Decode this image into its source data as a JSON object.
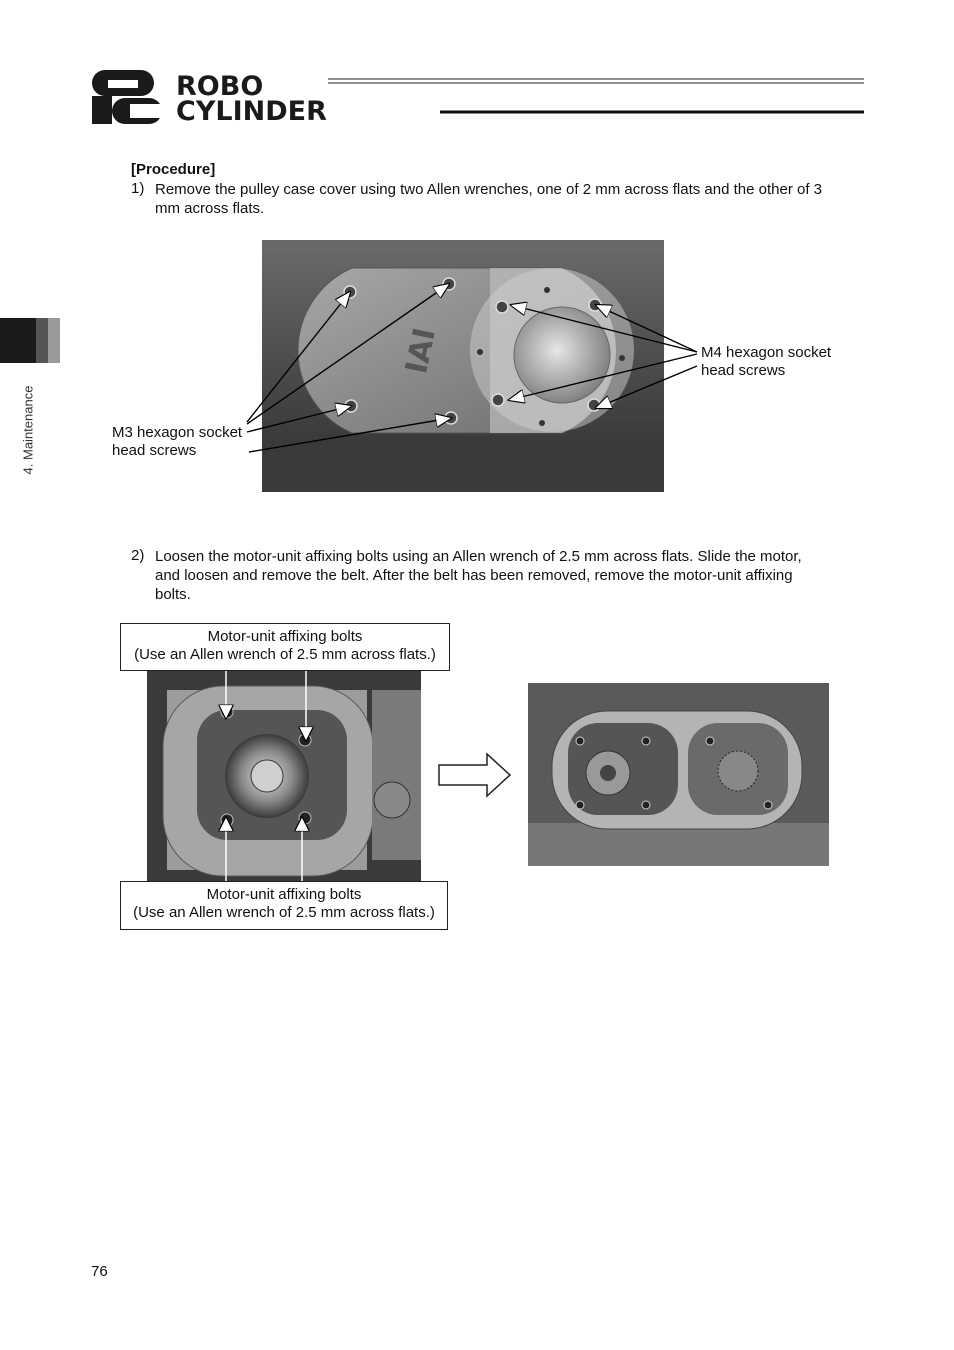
{
  "header": {
    "logo_letters": "RC",
    "logo_line1": "ROBO",
    "logo_line2": "CYLINDER"
  },
  "side_tab": {
    "label": "4. Maintenance"
  },
  "procedure": {
    "title": "[Procedure]",
    "steps": [
      {
        "num": "1)",
        "line1": "Remove the pulley case cover using two Allen wrenches, one of 2 mm across flats and the other of 3",
        "line2": "mm across flats."
      },
      {
        "num": "2)",
        "line1": "Loosen the motor-unit affixing bolts using an Allen wrench of 2.5 mm across flats. Slide the motor,",
        "line2": "and loosen and remove the belt. After the belt has been removed, remove the motor-unit affixing",
        "line3": "bolts."
      }
    ]
  },
  "figure1": {
    "cover_brand": "IAI",
    "m4_label_line1": "M4 hexagon socket",
    "m4_label_line2": "head screws",
    "m3_label_line1": "M3 hexagon socket",
    "m3_label_line2": "head screws"
  },
  "figure2": {
    "top_box_line1": "Motor-unit affixing bolts",
    "top_box_line2": "(Use an Allen wrench of 2.5 mm across flats.)",
    "bottom_box_line1": "Motor-unit affixing bolts",
    "bottom_box_line2": "(Use an Allen wrench of 2.5 mm across flats.)"
  },
  "footer": {
    "page_number": "76"
  }
}
